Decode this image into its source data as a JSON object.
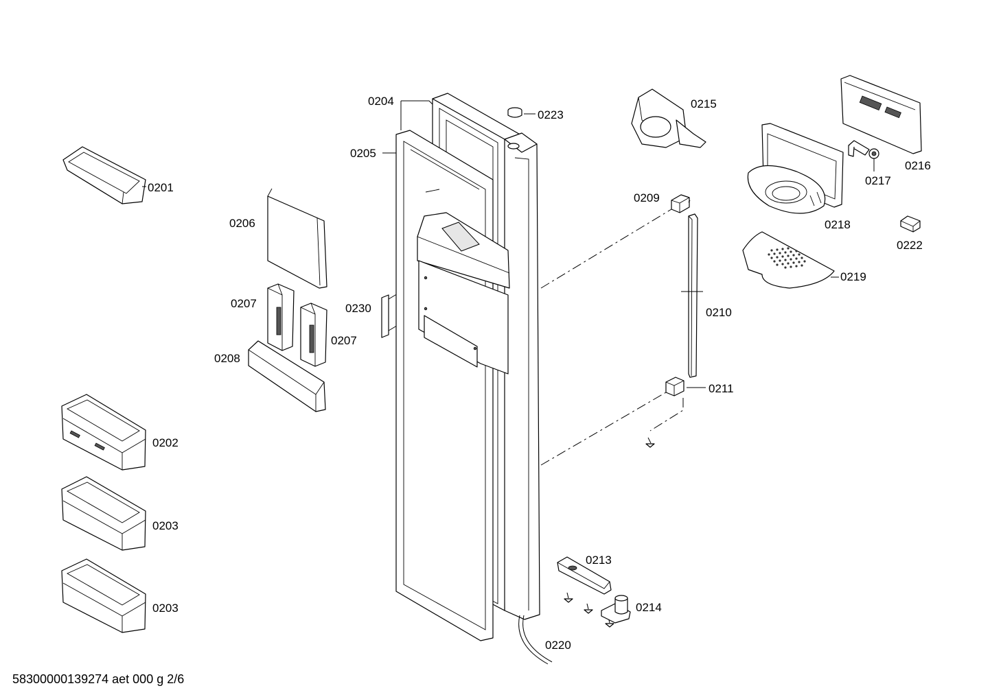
{
  "labels": {
    "p0201": "0201",
    "p0202": "0202",
    "p0203a": "0203",
    "p0203b": "0203",
    "p0204": "0204",
    "p0205": "0205",
    "p0206": "0206",
    "p0207a": "0207",
    "p0207b": "0207",
    "p0208": "0208",
    "p0209": "0209",
    "p0210": "0210",
    "p0211": "0211",
    "p0213": "0213",
    "p0214": "0214",
    "p0215": "0215",
    "p0216": "0216",
    "p0217": "0217",
    "p0218": "0218",
    "p0219": "0219",
    "p0220": "0220",
    "p0222": "0222",
    "p0223": "0223",
    "p0230": "0230"
  },
  "footer": "58300000139274 aet 000 g 2/6"
}
